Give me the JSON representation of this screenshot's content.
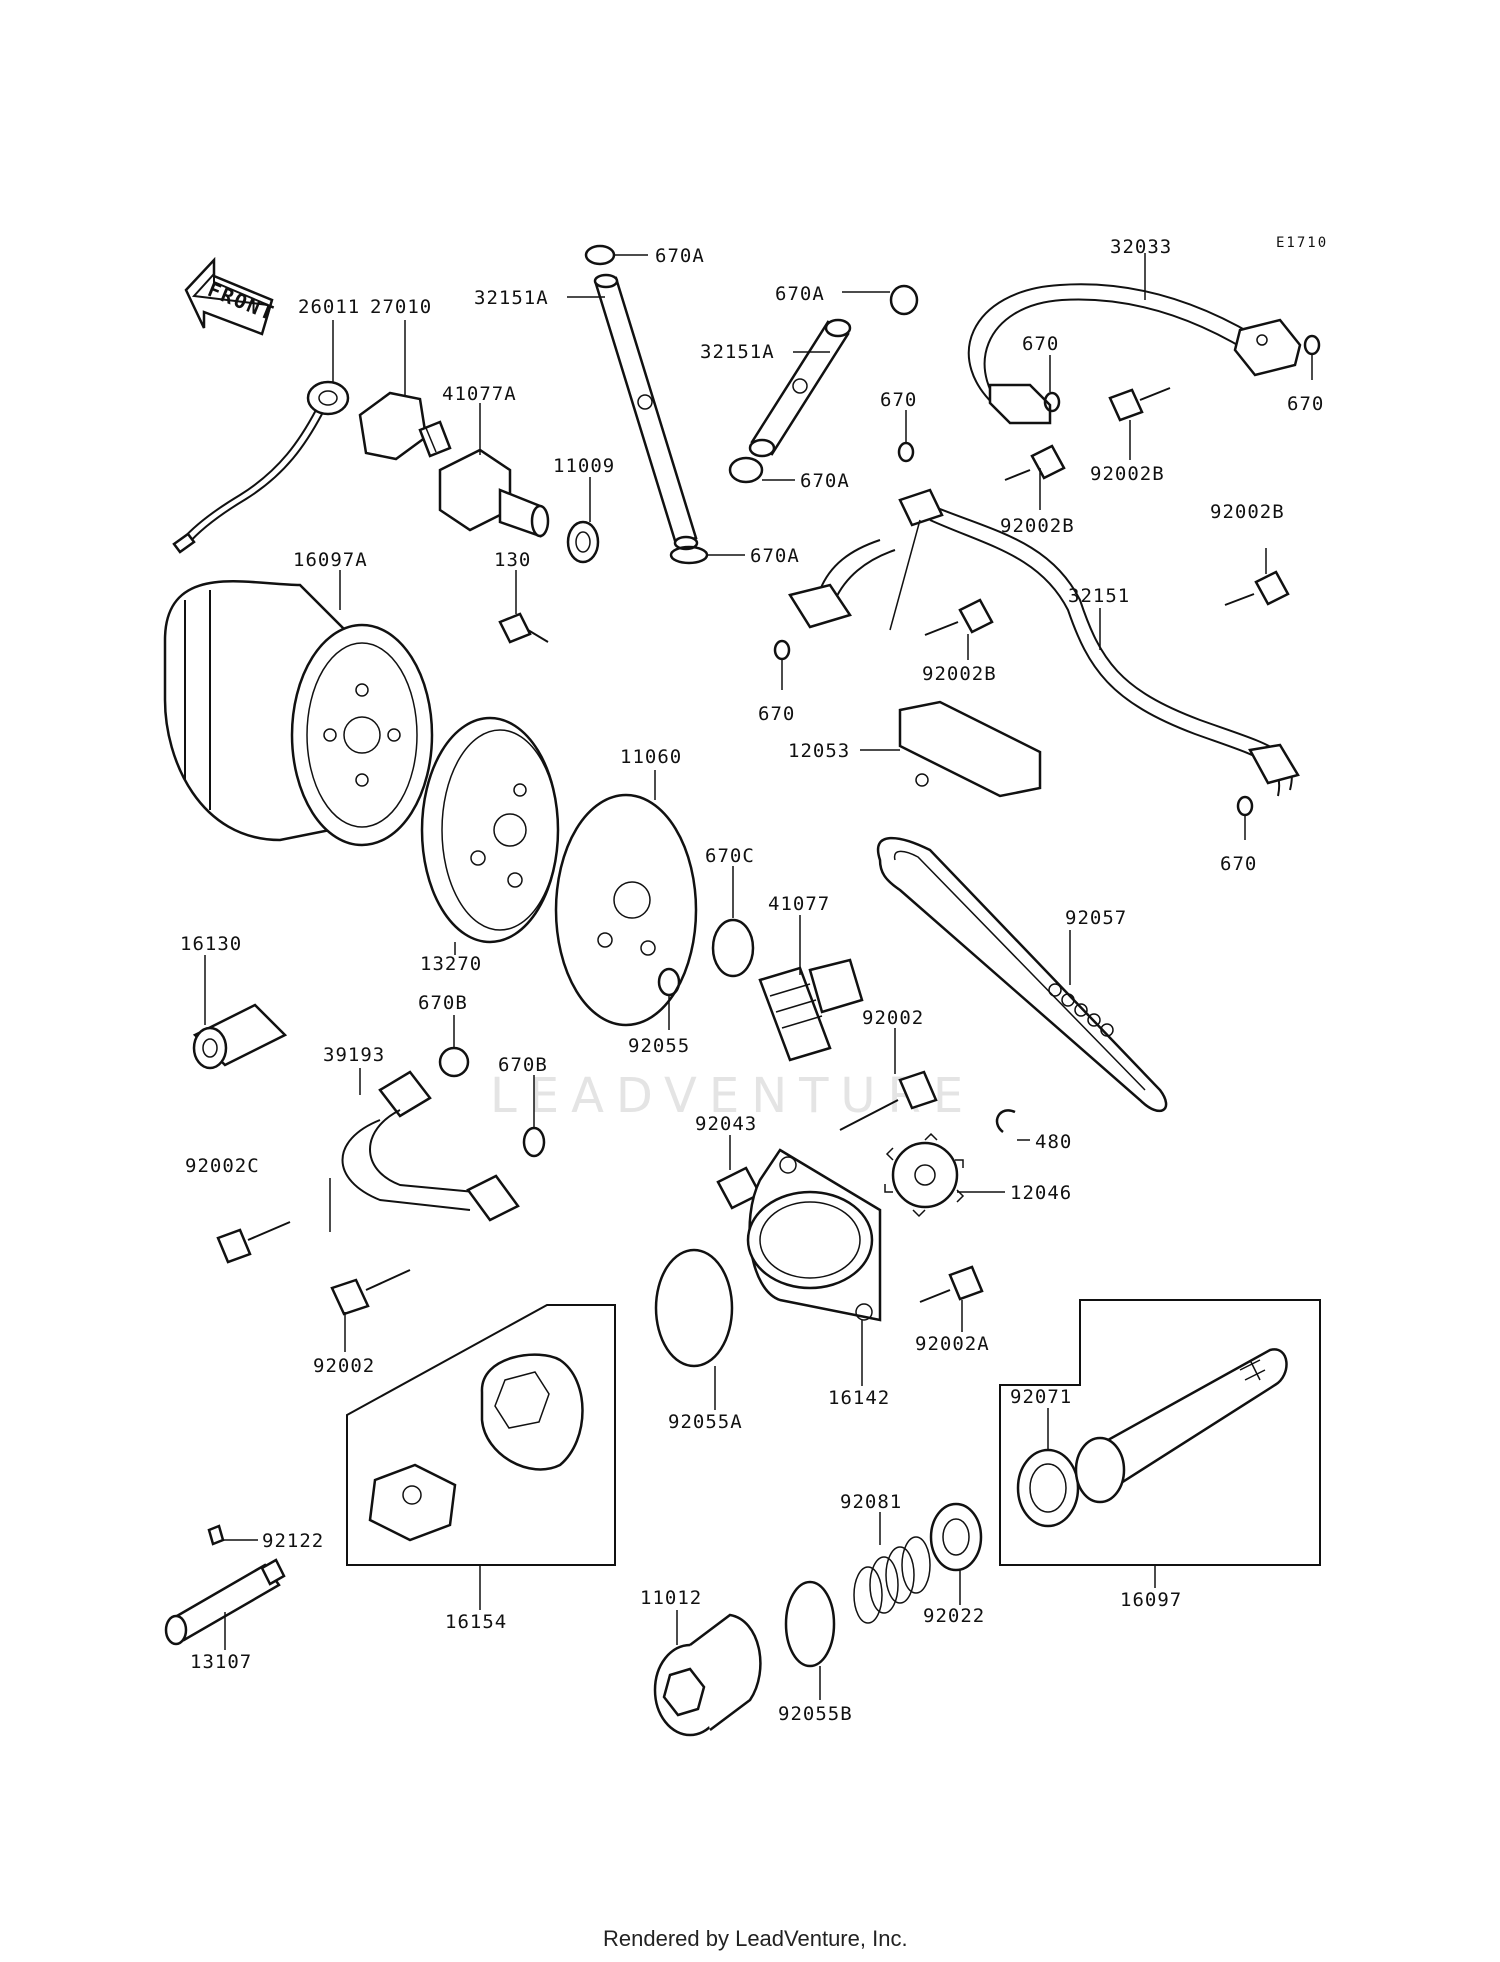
{
  "diagram": {
    "code": "E1710",
    "front_label": "FRONT",
    "watermark": "LEADVENTURE",
    "footer": "Rendered by LeadVenture, Inc."
  },
  "parts": [
    {
      "id": "p26011",
      "label": "26011"
    },
    {
      "id": "p27010",
      "label": "27010"
    },
    {
      "id": "p41077A",
      "label": "41077A"
    },
    {
      "id": "p11009",
      "label": "11009"
    },
    {
      "id": "p670A_1",
      "label": "670A"
    },
    {
      "id": "p32151A_1",
      "label": "32151A"
    },
    {
      "id": "p670A_2",
      "label": "670A"
    },
    {
      "id": "p32151A_2",
      "label": "32151A"
    },
    {
      "id": "p670A_3",
      "label": "670A"
    },
    {
      "id": "p670A_4",
      "label": "670A"
    },
    {
      "id": "p32033",
      "label": "32033"
    },
    {
      "id": "p670_1",
      "label": "670"
    },
    {
      "id": "p670_2",
      "label": "670"
    },
    {
      "id": "p670_3",
      "label": "670"
    },
    {
      "id": "p92002B_1",
      "label": "92002B"
    },
    {
      "id": "p92002B_2",
      "label": "92002B"
    },
    {
      "id": "p92002B_3",
      "label": "92002B"
    },
    {
      "id": "p92002B_4",
      "label": "92002B"
    },
    {
      "id": "p16097A",
      "label": "16097A"
    },
    {
      "id": "p130",
      "label": "130"
    },
    {
      "id": "p32151",
      "label": "32151"
    },
    {
      "id": "p670_4",
      "label": "670"
    },
    {
      "id": "p12053",
      "label": "12053"
    },
    {
      "id": "p670_5",
      "label": "670"
    },
    {
      "id": "p11060",
      "label": "11060"
    },
    {
      "id": "p670C",
      "label": "670C"
    },
    {
      "id": "p41077",
      "label": "41077"
    },
    {
      "id": "p92057",
      "label": "92057"
    },
    {
      "id": "p16130",
      "label": "16130"
    },
    {
      "id": "p13270",
      "label": "13270"
    },
    {
      "id": "p670B_1",
      "label": "670B"
    },
    {
      "id": "p92055",
      "label": "92055"
    },
    {
      "id": "p92002_1",
      "label": "92002"
    },
    {
      "id": "p39193",
      "label": "39193"
    },
    {
      "id": "p670B_2",
      "label": "670B"
    },
    {
      "id": "p92043",
      "label": "92043"
    },
    {
      "id": "p480",
      "label": "480"
    },
    {
      "id": "p92002C",
      "label": "92002C"
    },
    {
      "id": "p12046",
      "label": "12046"
    },
    {
      "id": "p92002A",
      "label": "92002A"
    },
    {
      "id": "p92002_2",
      "label": "92002"
    },
    {
      "id": "p16142",
      "label": "16142"
    },
    {
      "id": "p92055A",
      "label": "92055A"
    },
    {
      "id": "p92071",
      "label": "92071"
    },
    {
      "id": "p92081",
      "label": "92081"
    },
    {
      "id": "p92122",
      "label": "92122"
    },
    {
      "id": "p92022",
      "label": "92022"
    },
    {
      "id": "p16154",
      "label": "16154"
    },
    {
      "id": "p16097",
      "label": "16097"
    },
    {
      "id": "p11012",
      "label": "11012"
    },
    {
      "id": "p13107",
      "label": "13107"
    },
    {
      "id": "p92055B",
      "label": "92055B"
    }
  ]
}
